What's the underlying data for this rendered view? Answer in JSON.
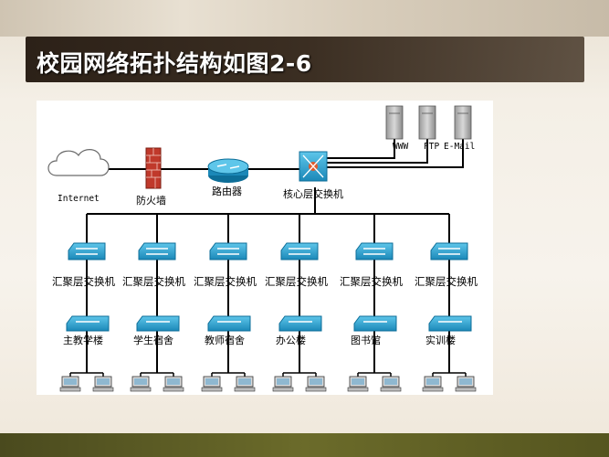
{
  "slide": {
    "title": "校园网络拓扑结构如图2-6"
  },
  "diagram": {
    "internet_label": "Internet",
    "firewall_label": "防火墙",
    "router_label": "路由器",
    "core_switch_label": "核心层交换机",
    "servers": [
      "WWW",
      "FTP",
      "E-Mail"
    ],
    "aggregation_label": "汇聚层交换机",
    "aggregation_count": 6,
    "access_buildings": [
      "主教学楼",
      "学生宿舍",
      "教师宿舍",
      "办公楼",
      "图书馆",
      "实训楼"
    ],
    "pcs_per_building": 2,
    "colors": {
      "line": "#000000",
      "switch_cyan": "#2aa7d6",
      "switch_dark": "#0d6e98",
      "firewall_red": "#c0392b",
      "server_gray": "#b8b8b8"
    }
  }
}
